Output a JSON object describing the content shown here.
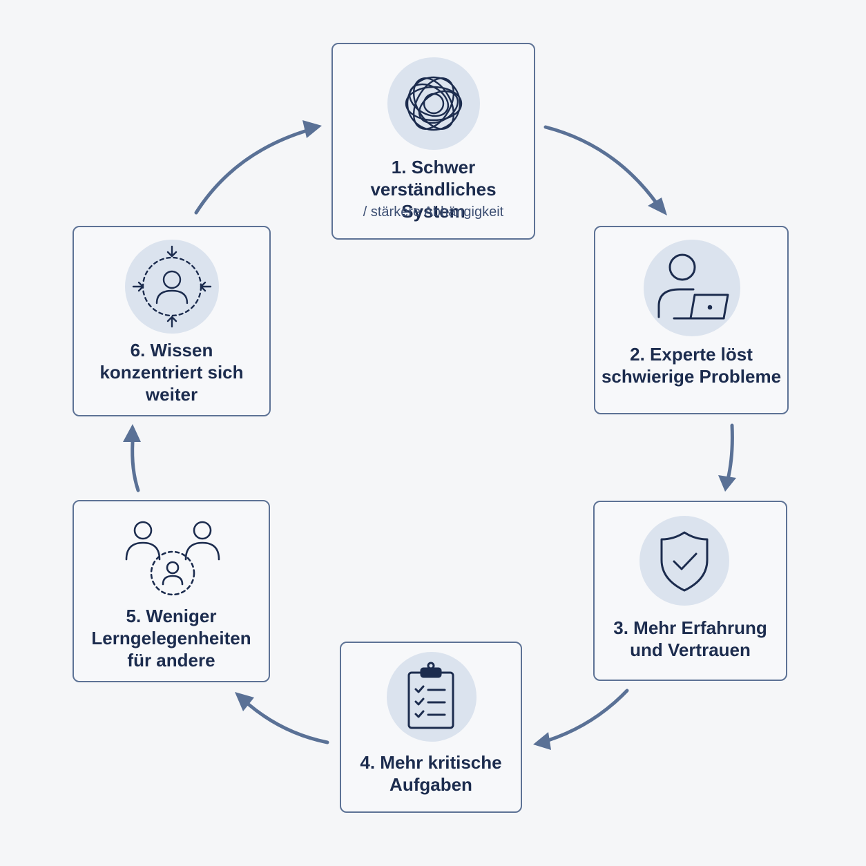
{
  "steps": [
    {
      "title": "1. Schwer\nverständliches System",
      "subtitle": "/ stärkere Abhängigkeit",
      "icon": "tangled-network-icon"
    },
    {
      "title": "2. Experte löst\nschwierige Probleme",
      "icon": "person-laptop-icon"
    },
    {
      "title": "3. Mehr Erfahrung\nund Vertrauen",
      "icon": "shield-check-icon"
    },
    {
      "title": "4. Mehr kritische\nAufgaben",
      "icon": "clipboard-checklist-icon"
    },
    {
      "title": "5. Weniger\nLerngelegenheiten\nfür andere",
      "icon": "people-group-icon"
    },
    {
      "title": "6. Wissen\nkonzentriert sich\nweiter",
      "icon": "person-focus-icon"
    }
  ],
  "colors": {
    "background": "#f5f6f8",
    "card_border": "#5d7295",
    "arrow": "#5a7196",
    "text": "#1c2c4e",
    "icon_circle": "#dbe3ee",
    "icon_stroke": "#1c2c4e"
  }
}
